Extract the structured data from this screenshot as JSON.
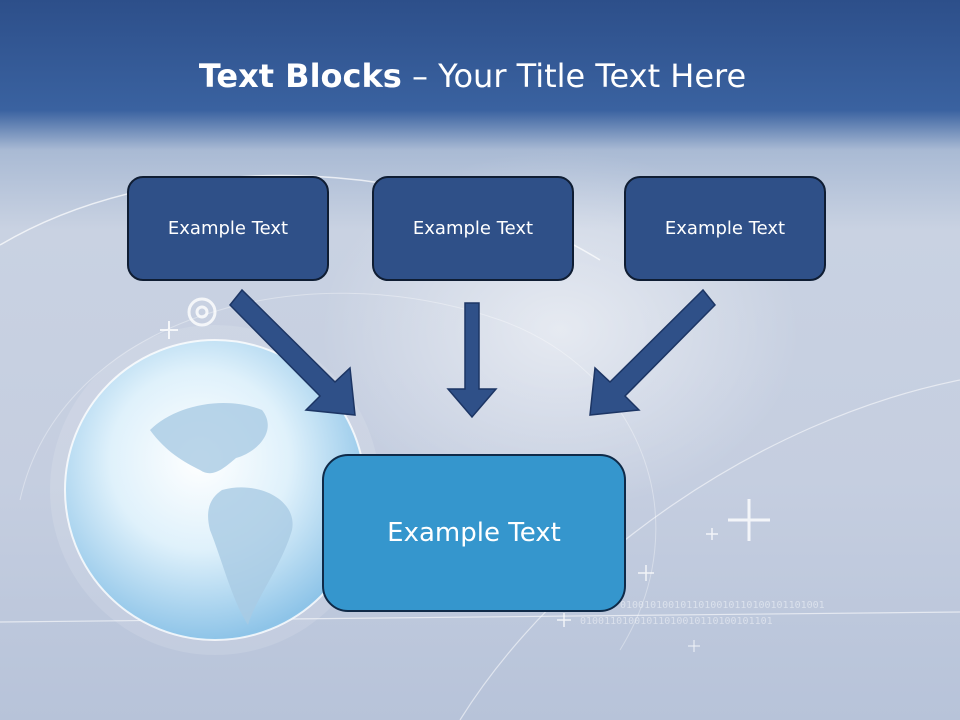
{
  "title": {
    "bold": "Text Blocks",
    "rest": " – Your Title Text Here"
  },
  "top_boxes": [
    "Example Text",
    "Example Text",
    "Example Text"
  ],
  "center_box": "Example Text",
  "colors": {
    "header": "#2d4f8a",
    "small_box": "#2f5088",
    "center_box": "#3596cd",
    "arrow": "#2f5088"
  }
}
